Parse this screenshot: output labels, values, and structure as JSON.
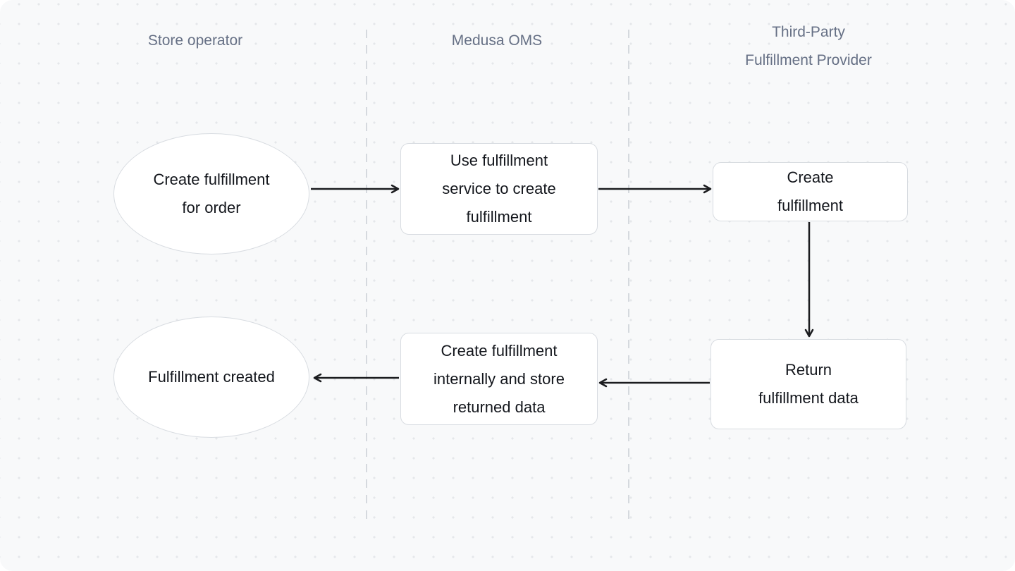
{
  "diagram": {
    "type": "swimlane-flowchart",
    "lanes": [
      {
        "id": "store-operator",
        "label_lines": [
          "Store operator"
        ]
      },
      {
        "id": "medusa-oms",
        "label_lines": [
          "Medusa OMS"
        ]
      },
      {
        "id": "third-party-fulfillment-provider",
        "label_lines": [
          "Third-Party",
          "Fulfillment Provider"
        ]
      }
    ],
    "nodes": [
      {
        "id": "create-fulfillment-for-order",
        "shape": "ellipse",
        "lane": "Store operator",
        "lines": [
          "Create fulfillment",
          "for order"
        ]
      },
      {
        "id": "use-fulfillment-service",
        "shape": "rounded-rect",
        "lane": "Medusa OMS",
        "lines": [
          "Use fulfillment",
          "service to create",
          "fulfillment"
        ]
      },
      {
        "id": "create-fulfillment",
        "shape": "rounded-rect",
        "lane": "Third-Party Fulfillment Provider",
        "lines": [
          "Create",
          "fulfillment"
        ]
      },
      {
        "id": "fulfillment-created",
        "shape": "ellipse",
        "lane": "Store operator",
        "lines": [
          "Fulfillment created"
        ]
      },
      {
        "id": "create-fulfillment-internally",
        "shape": "rounded-rect",
        "lane": "Medusa OMS",
        "lines": [
          "Create fulfillment",
          "internally and store",
          "returned data"
        ]
      },
      {
        "id": "return-fulfillment-data",
        "shape": "rounded-rect",
        "lane": "Third-Party Fulfillment Provider",
        "lines": [
          "Return",
          "fulfillment data"
        ]
      }
    ],
    "edges": [
      {
        "from": "create-fulfillment-for-order",
        "to": "use-fulfillment-service",
        "direction": "right"
      },
      {
        "from": "use-fulfillment-service",
        "to": "create-fulfillment",
        "direction": "right"
      },
      {
        "from": "create-fulfillment",
        "to": "return-fulfillment-data",
        "direction": "down"
      },
      {
        "from": "return-fulfillment-data",
        "to": "create-fulfillment-internally",
        "direction": "left"
      },
      {
        "from": "create-fulfillment-internally",
        "to": "fulfillment-created",
        "direction": "left"
      }
    ],
    "colors": {
      "canvas_background": "#f8f9fa",
      "dot_grid": "#e5e7ea",
      "lane_divider": "#d5d9de",
      "lane_header_text": "#667085",
      "node_background": "#ffffff",
      "node_border": "#d8dce1",
      "node_text": "#13161c",
      "arrow": "#1b1c1f"
    }
  }
}
